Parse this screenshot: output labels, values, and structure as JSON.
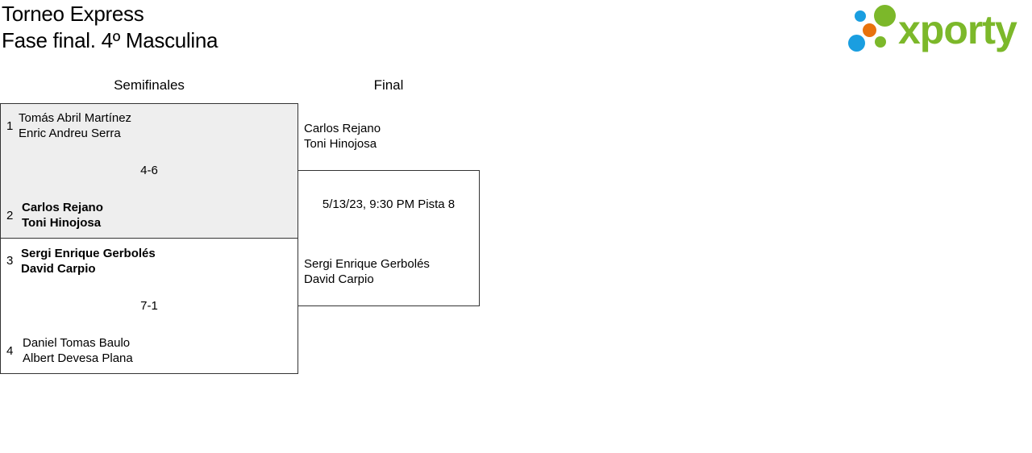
{
  "header": {
    "title_line1": "Torneo Express",
    "title_line2": "Fase final. 4º Masculina"
  },
  "logo": {
    "text": "xporty",
    "colors": {
      "green": "#7cb82a",
      "blue": "#1a9ee0",
      "orange": "#e8720c"
    }
  },
  "rounds": [
    {
      "label": "Semifinales"
    },
    {
      "label": "Final"
    }
  ],
  "semifinals": [
    {
      "score": "4-6",
      "team1": {
        "seed": "1",
        "player1": "Tomás Abril Martínez",
        "player2": "Enric Andreu Serra",
        "winner": false
      },
      "team2": {
        "seed": "2",
        "player1": "Carlos Rejano",
        "player2": "Toni Hinojosa",
        "winner": true
      }
    },
    {
      "score": "7-1",
      "team1": {
        "seed": "3",
        "player1": "Sergi Enrique Gerbolés",
        "player2": "David Carpio",
        "winner": true
      },
      "team2": {
        "seed": "4",
        "player1": "Daniel Tomas Baulo",
        "player2": "Albert Devesa Plana",
        "winner": false
      }
    }
  ],
  "final": {
    "schedule": "5/13/23, 9:30 PM Pista 8",
    "team1": {
      "player1": "Carlos Rejano",
      "player2": "Toni Hinojosa"
    },
    "team2": {
      "player1": "Sergi Enrique Gerbolés",
      "player2": "David Carpio"
    }
  }
}
